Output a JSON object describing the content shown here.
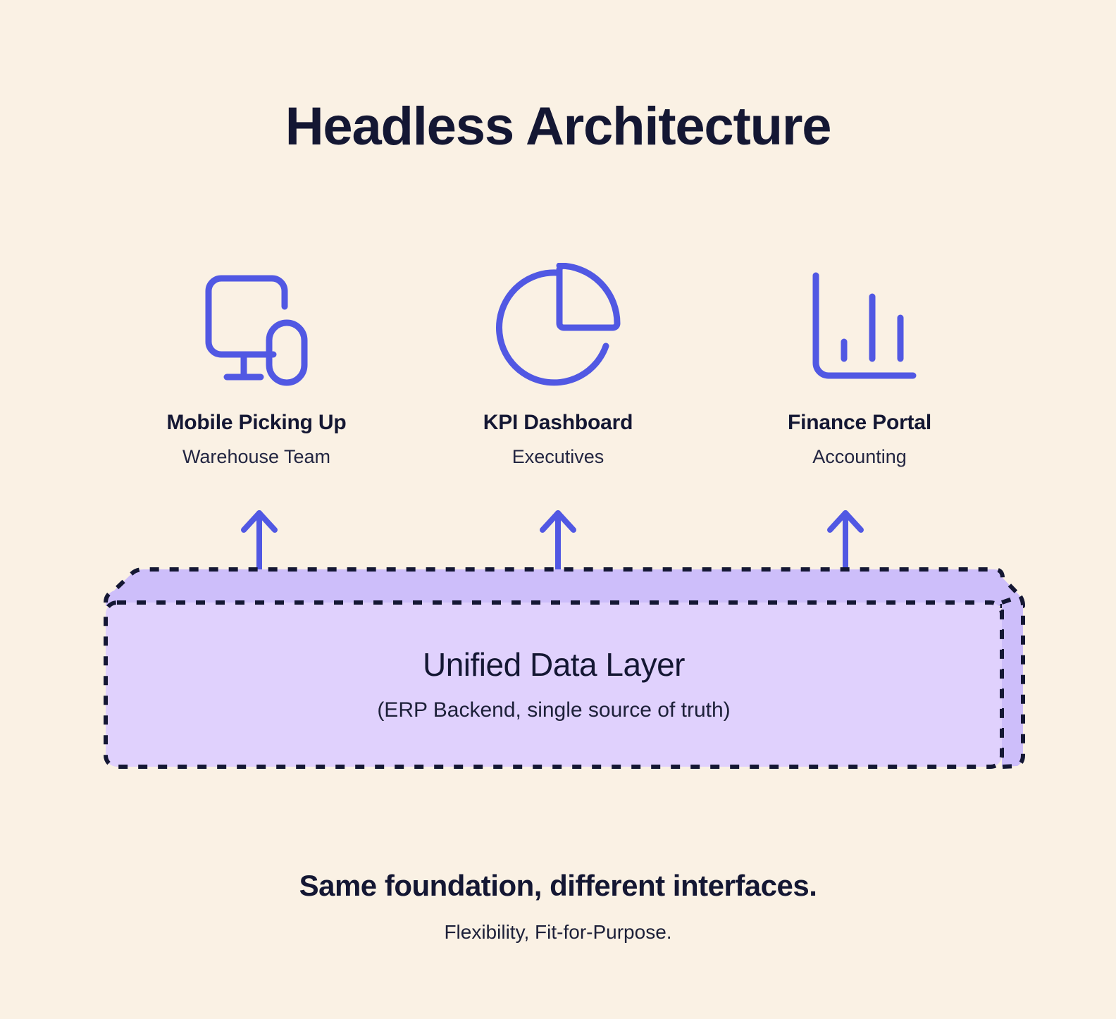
{
  "page": {
    "title": "Headless Architecture",
    "background_color": "#FAF1E4",
    "accent_color": "#5158E3",
    "text_color": "#141733"
  },
  "interfaces": [
    {
      "icon": "devices-monitor-phone-icon",
      "title": "Mobile Picking Up",
      "subtitle": "Warehouse Team"
    },
    {
      "icon": "pie-chart-icon",
      "title": "KPI Dashboard",
      "subtitle": "Executives"
    },
    {
      "icon": "bar-chart-icon",
      "title": "Finance Portal",
      "subtitle": "Accounting"
    }
  ],
  "connectors": {
    "icon": "up-arrow-icon",
    "count": 3,
    "color": "#5158E3"
  },
  "foundation": {
    "title": "Unified Data Layer",
    "subtitle": "(ERP Backend, single source of truth)",
    "front_face_color": "#E0D1FD",
    "top_face_color": "#CDBEFA",
    "side_face_color": "#CDBEFA",
    "border_color": "#141733",
    "border_style": "dashed"
  },
  "footer": {
    "headline": "Same foundation, different interfaces.",
    "subline": "Flexibility, Fit-for-Purpose."
  }
}
